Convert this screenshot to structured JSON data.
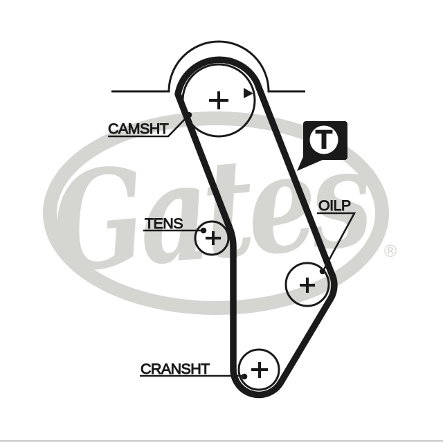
{
  "pulleys": [
    {
      "id": "camshaft",
      "label": "CAMSHT"
    },
    {
      "id": "tensioner",
      "label": "TENS"
    },
    {
      "id": "oil-pump",
      "label": "OILP"
    },
    {
      "id": "crankshaft",
      "label": "CRANSHT"
    }
  ],
  "timing_mark_badge": {
    "letter": "T"
  },
  "watermark": {
    "brand": "Gates",
    "registered": "®"
  },
  "colors": {
    "line": "#1a1a1a",
    "watermark": "#d5d6d2",
    "background": "#ffffff",
    "badge_background": "#1a1a1a",
    "badge_circle": "#ffffff"
  }
}
